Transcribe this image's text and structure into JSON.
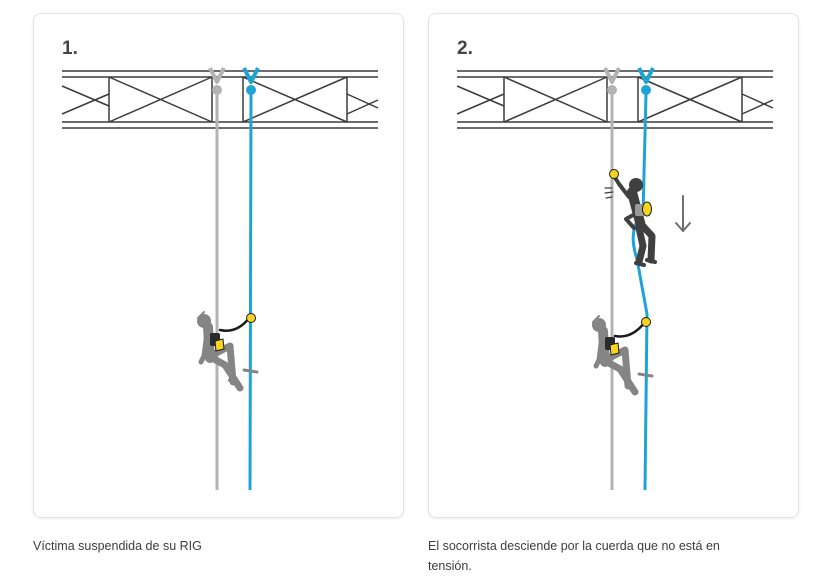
{
  "steps": [
    {
      "number": "1.",
      "caption": "Víctima suspendida de su RIG"
    },
    {
      "number": "2.",
      "caption": "El socorrista desciende por la cuerda que no está en tensión."
    }
  ],
  "colors": {
    "truss": "#3c3c3c",
    "rope_loaded": "#b3b3b3",
    "rope_free": "#1ea3d6",
    "victim": "#858585",
    "rescuer": "#404040",
    "device": "#f5d31f",
    "arrow": "#6e6e6e"
  },
  "icons": [
    "truss-beam",
    "anchor-connector-icon",
    "rope-device-icon",
    "descend-arrow-icon"
  ]
}
